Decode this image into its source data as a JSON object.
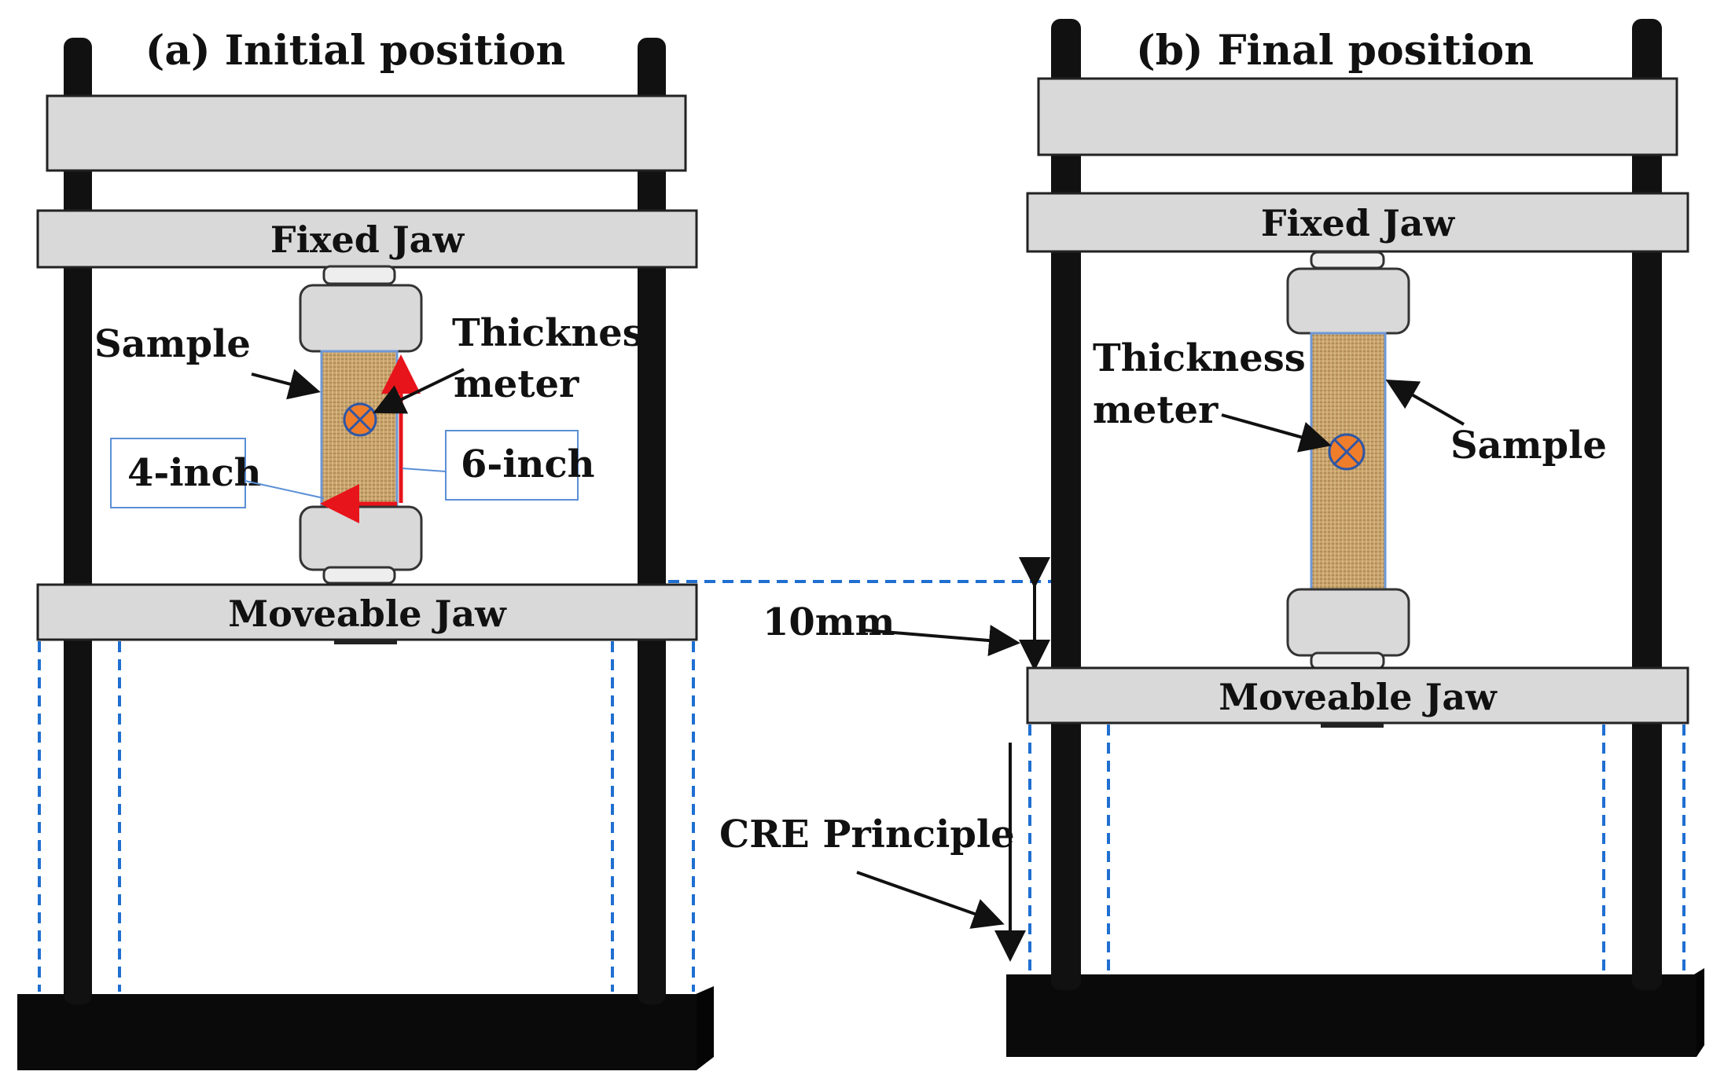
{
  "panel_a": {
    "title": "(a) Initial position",
    "fixed_jaw": "Fixed Jaw",
    "moveable_jaw": "Moveable Jaw",
    "sample_label": "Sample",
    "thickness_label_1": "Thickness",
    "thickness_label_2": "meter",
    "width_label": "4-inch",
    "length_label": "6-inch"
  },
  "panel_b": {
    "title": "(b) Final position",
    "fixed_jaw": "Fixed Jaw",
    "moveable_jaw": "Moveable Jaw",
    "sample_label": "Sample",
    "thickness_label_1": "Thickness",
    "thickness_label_2": "meter"
  },
  "displacement_label": "10mm",
  "principle_label": "CRE Principle",
  "colors": {
    "post": "#111111",
    "crosshead": "#d9d9d9",
    "dashed_line": "#1f6fd1",
    "dimension_arrow": "#e8141b",
    "meter_fill": "#f07d2a",
    "meter_stroke": "#2f57a6",
    "sample_fabric": "#c9a36b",
    "label_box_border": "#5b8fd6"
  }
}
